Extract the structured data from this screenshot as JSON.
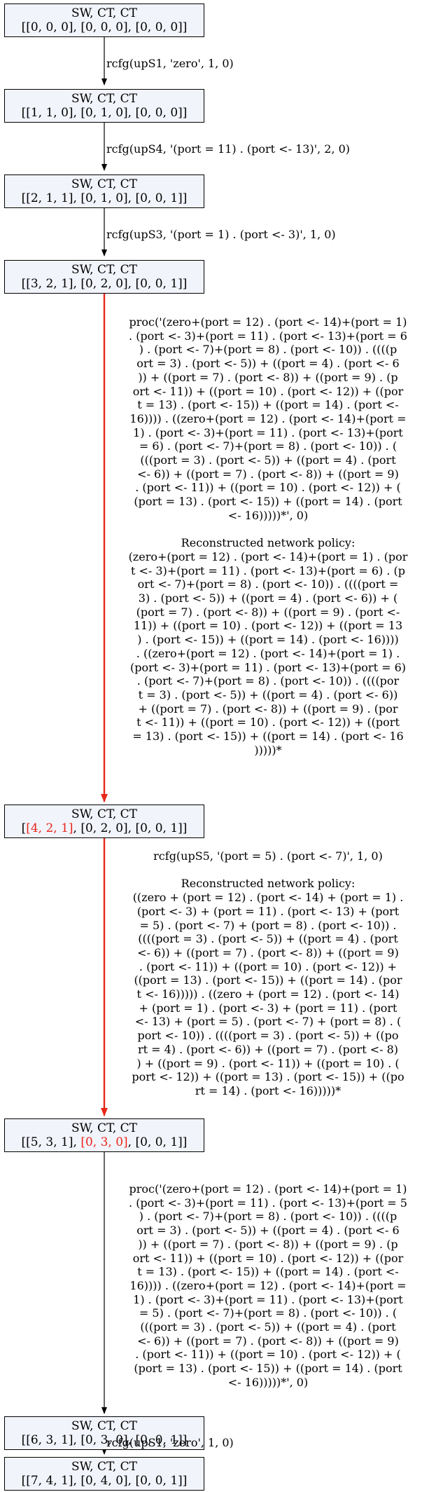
{
  "nodes": [
    {
      "title": "SW, CT, CT",
      "state": "[[0, 0, 0], [0, 0, 0], [0, 0, 0]]"
    },
    {
      "title": "SW, CT, CT",
      "state": "[[1, 1, 0], [0, 1, 0], [0, 0, 0]]"
    },
    {
      "title": "SW, CT, CT",
      "state": "[[2, 1, 1], [0, 1, 0], [0, 0, 1]]"
    },
    {
      "title": "SW, CT, CT",
      "state": "[[3, 2, 1], [0, 2, 0], [0, 0, 1]]"
    },
    {
      "title": "SW, CT, CT",
      "state_pre": "[",
      "state_hl": "[4, 2, 1]",
      "state_post": ", [0, 2, 0], [0, 0, 1]]"
    },
    {
      "title": "SW, CT, CT",
      "state_pre": "[[5, 3, 1], ",
      "state_hl": "[0, 3, 0]",
      "state_post": ", [0, 0, 1]]"
    },
    {
      "title": "SW, CT, CT",
      "state": "[[6, 3, 1], [0, 3, 0], [0, 0, 1]]"
    },
    {
      "title": "SW, CT, CT",
      "state": "[[7, 4, 1], [0, 4, 0], [0, 0, 1]]"
    }
  ],
  "edges": [
    {
      "label": "rcfg(upS1, 'zero', 1, 0)"
    },
    {
      "label": "rcfg(upS4, '(port = 11) . (port <- 13)', 2, 0)"
    },
    {
      "label": "rcfg(upS3, '(port = 1) . (port <- 3)', 1, 0)"
    },
    {
      "label_lines": [
        "proc('(zero+(port = 12) . (port <- 14)+(port = 1)",
        ". (port <- 3)+(port = 11) . (port <- 13)+(port = 6",
        ") . (port <- 7)+(port = 8) . (port <- 10)) . ((((p",
        "ort = 3) . (port <- 5)) + ((port = 4) . (port <- 6",
        ")) + ((port = 7) . (port <- 8)) + ((port = 9) . (p",
        "ort <- 11)) + ((port = 10) . (port <- 12)) + ((por",
        "t = 13) . (port <- 15)) + ((port = 14) . (port <-",
        "16)))) . ((zero+(port = 12) . (port <- 14)+(port =",
        "1) . (port <- 3)+(port = 11) . (port <- 13)+(port",
        "= 6) . (port <- 7)+(port = 8) . (port <- 10)) . (",
        "(((port = 3) . (port <- 5)) + ((port = 4) . (port",
        "<- 6)) + ((port = 7) . (port <- 8)) + ((port = 9)",
        ". (port <- 11)) + ((port = 10) . (port <- 12)) + (",
        "(port = 13) . (port <- 15)) + ((port = 14) . (port",
        "<- 16)))))*', 0)"
      ],
      "policy_lines": [
        "Reconstructed network policy:",
        "(zero+(port = 12) . (port <- 14)+(port = 1) . (por",
        "t <- 3)+(port = 11) . (port <- 13)+(port = 6) . (p",
        "ort <- 7)+(port = 8) . (port <- 10)) . ((((port =",
        "3) . (port <- 5)) + ((port = 4) . (port <- 6)) + (",
        "(port = 7) . (port <- 8)) + ((port = 9) . (port <-",
        "11)) + ((port = 10) . (port <- 12)) + ((port = 13",
        ") . (port <- 15)) + ((port = 14) . (port <- 16))))",
        ". ((zero+(port = 12) . (port <- 14)+(port = 1) .",
        "(port <- 3)+(port = 11) . (port <- 13)+(port = 6)",
        ". (port <- 7)+(port = 8) . (port <- 10)) . ((((por",
        "t = 3) . (port <- 5)) + ((port = 4) . (port <- 6))",
        "+ ((port = 7) . (port <- 8)) + ((port = 9) . (por",
        "t <- 11)) + ((port = 10) . (port <- 12)) + ((port",
        "= 13) . (port <- 15)) + ((port = 14) . (port <- 16",
        ")))))*"
      ]
    },
    {
      "label_lines": [
        "rcfg(upS5, '(port = 5) . (port <- 7)', 1, 0)"
      ],
      "policy_lines": [
        "Reconstructed network policy:",
        "((zero + (port = 12) . (port <- 14) + (port = 1) .",
        "(port <- 3) + (port = 11) . (port <- 13) + (port",
        "= 5) . (port <- 7) + (port = 8) . (port <- 10)) .",
        "((((port = 3) . (port <- 5)) + ((port = 4) . (port",
        "<- 6)) + ((port = 7) . (port <- 8)) + ((port = 9)",
        ". (port <- 11)) + ((port = 10) . (port <- 12)) +",
        "((port = 13) . (port <- 15)) + ((port = 14) . (por",
        "t <- 16))))) . ((zero + (port = 12) . (port <- 14)",
        "+ (port = 1) . (port <- 3) + (port = 11) . (port",
        "<- 13) + (port = 5) . (port <- 7) + (port = 8) . (",
        "port <- 10)) . ((((port = 3) . (port <- 5)) + ((po",
        "rt = 4) . (port <- 6)) + ((port = 7) . (port <- 8)",
        ") + ((port = 9) . (port <- 11)) + ((port = 10) . (",
        "port <- 12)) + ((port = 13) . (port <- 15)) + ((po",
        "rt = 14) . (port <- 16)))))*"
      ]
    },
    {
      "label_lines": [
        "proc('(zero+(port = 12) . (port <- 14)+(port = 1)",
        ". (port <- 3)+(port = 11) . (port <- 13)+(port = 5",
        ") . (port <- 7)+(port = 8) . (port <- 10)) . ((((p",
        "ort = 3) . (port <- 5)) + ((port = 4) . (port <- 6",
        ")) + ((port = 7) . (port <- 8)) + ((port = 9) . (p",
        "ort <- 11)) + ((port = 10) . (port <- 12)) + ((por",
        "t = 13) . (port <- 15)) + ((port = 14) . (port <-",
        "16)))) . ((zero+(port = 12) . (port <- 14)+(port =",
        "1) . (port <- 3)+(port = 11) . (port <- 13)+(port",
        "= 5) . (port <- 7)+(port = 8) . (port <- 10)) . (",
        "(((port = 3) . (port <- 5)) + ((port = 4) . (port",
        "<- 6)) + ((port = 7) . (port <- 8)) + ((port = 9)",
        ". (port <- 11)) + ((port = 10) . (port <- 12)) + (",
        "(port = 13) . (port <- 15)) + ((port = 14) . (port",
        "<- 16)))))*', 0)"
      ]
    },
    {
      "label": "rcfg(upS1, 'zero', 1, 0)"
    }
  ],
  "colors": {
    "highlight": "#e8261a",
    "node_fill": "#f2f4fb",
    "edge": "#000000"
  }
}
